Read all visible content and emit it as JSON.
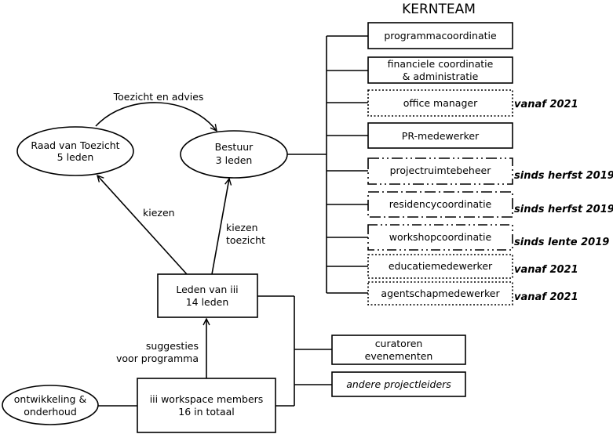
{
  "title": "KERNTEAM",
  "governance": {
    "raad": {
      "line1": "Raad van Toezicht",
      "line2": "5 leden"
    },
    "bestuur": {
      "line1": "Bestuur",
      "line2": "3 leden"
    },
    "toezicht_label": "Toezicht en advies",
    "kiezen_label": "kiezen",
    "kiezen_toezicht": {
      "line1": "kiezen",
      "line2": "toezicht"
    }
  },
  "leden": {
    "line1": "Leden van iii",
    "line2": "14 leden"
  },
  "suggesties": {
    "line1": "suggesties",
    "line2": "voor programma"
  },
  "workspace": {
    "line1": "iii workspace members",
    "line2": "16 in totaal"
  },
  "ontwikkeling": {
    "line1": "ontwikkeling &",
    "line2": "onderhoud"
  },
  "side_roles": {
    "curatoren": {
      "line1": "curatoren",
      "line2": "evenementen"
    },
    "andere": "andere projectleiders"
  },
  "kernteam": {
    "programma": "programmacoordinatie",
    "financiele": {
      "line1": "financiele coordinatie",
      "line2": "& administratie"
    },
    "office": {
      "label": "office manager",
      "note": "vanaf 2021"
    },
    "pr": "PR-medewerker",
    "projectruimte": {
      "label": "projectruimtebeheer",
      "note": "sinds herfst 2019"
    },
    "residency": {
      "label": "residencycoordinatie",
      "note": "sinds herfst 2019"
    },
    "workshop": {
      "label": "workshopcoordinatie",
      "note": "sinds lente 2019"
    },
    "educatie": {
      "label": "educatiemedewerker",
      "note": "vanaf 2021"
    },
    "agentschap": {
      "label": "agentschapmedewerker",
      "note": "vanaf 2021"
    }
  }
}
